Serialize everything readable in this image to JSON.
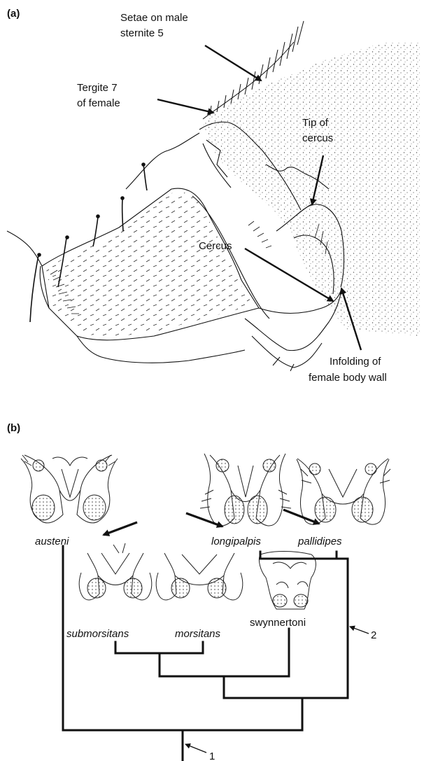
{
  "panel_a": {
    "label": "(a)",
    "annotations": {
      "setae_l1": "Setae on male",
      "setae_l2": "sternite 5",
      "tergite_l1": "Tergite 7",
      "tergite_l2": "of female",
      "tip_l1": "Tip of",
      "tip_l2": "cercus",
      "cercus": "Cercus",
      "infold_l1": "Infolding of",
      "infold_l2": "female body wall"
    }
  },
  "panel_b": {
    "label": "(b)",
    "species": {
      "austeni": "austeni",
      "longipalpis": "longipalpis",
      "pallidipes": "pallidipes",
      "submorsitans": "submorsitans",
      "morsitans": "morsitans",
      "swynnertoni": "swynnertoni"
    },
    "nodes": {
      "node1": "1",
      "node2": "2"
    }
  },
  "colors": {
    "ink": "#111111",
    "stipple": "#555555",
    "background": "#ffffff"
  }
}
